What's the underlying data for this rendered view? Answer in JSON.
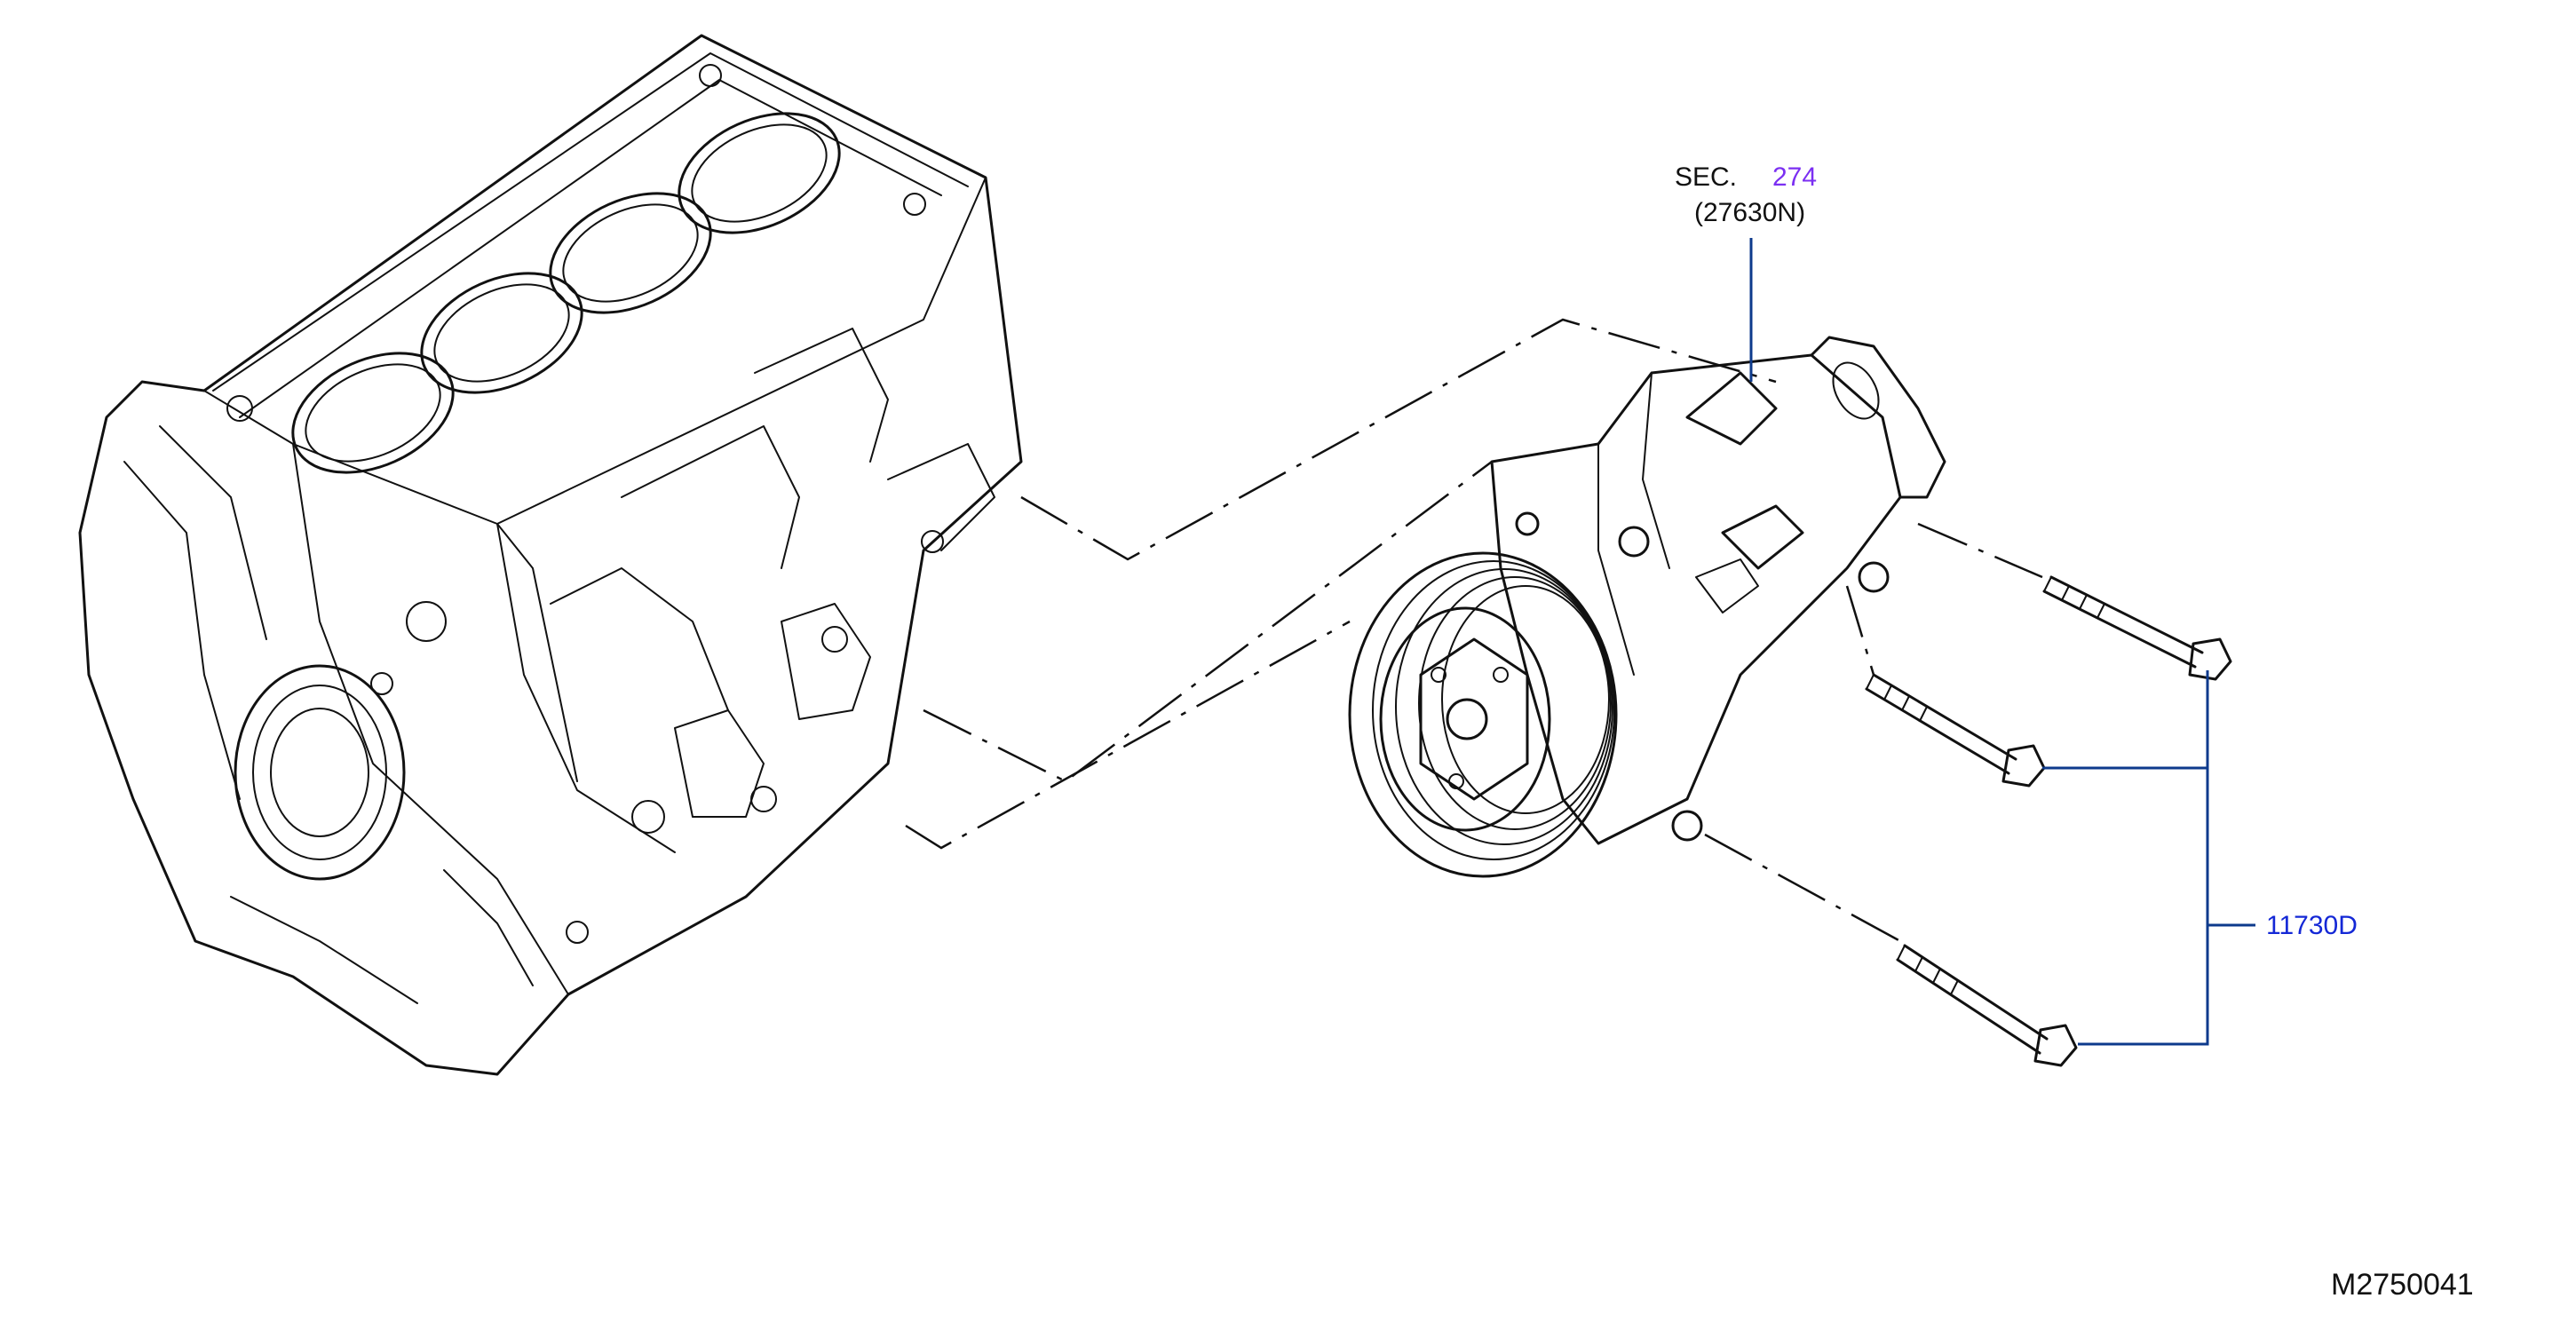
{
  "diagram": {
    "callouts": {
      "section_ref": {
        "prefix": "SEC.",
        "number": "274",
        "part": "(27630N)"
      },
      "bolt_part": "11730D"
    },
    "diagram_code": "M2750041",
    "colors": {
      "line_art": "#111111",
      "leader_lines": "#0d3a8c",
      "section_link": "#7b2ff2",
      "part_number": "#1428d6"
    }
  }
}
